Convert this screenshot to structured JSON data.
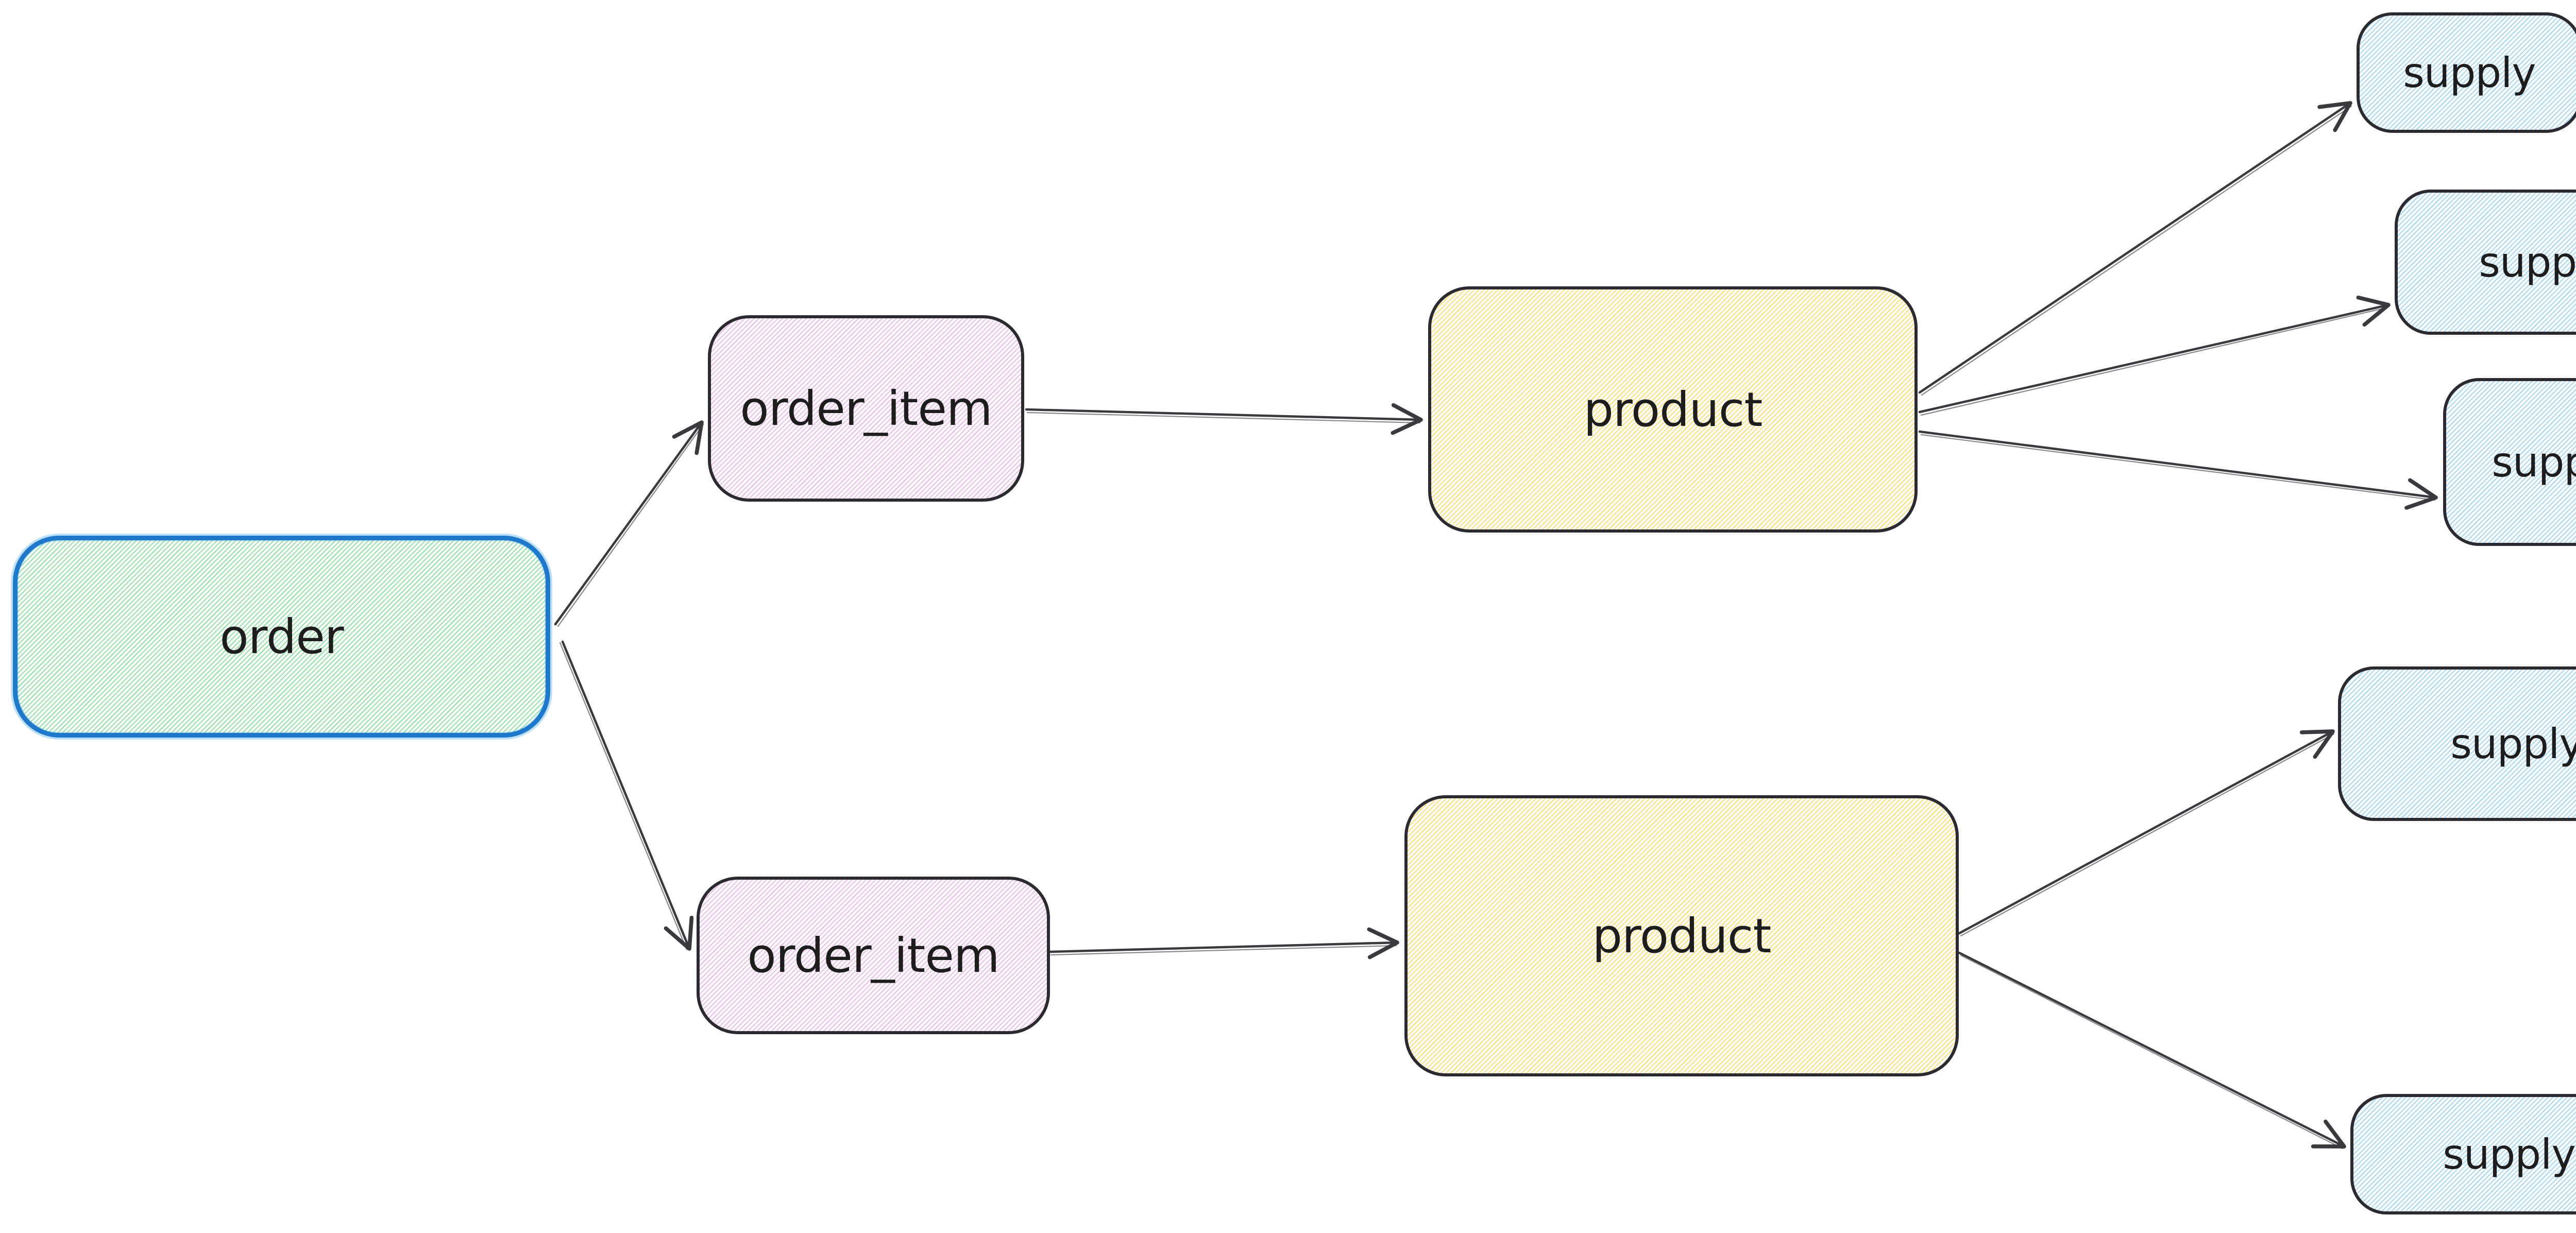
{
  "diagram": {
    "background_color": "#ffffff",
    "stroke_dark": "#2a2a30",
    "arrow_color": "#3a3a3e",
    "nodes": {
      "order": {
        "label": "order",
        "fill_style": "hachure",
        "hatch_color": "#97e5a6",
        "border_color": "#1e78cc"
      },
      "order_item_top": {
        "label": "order_item",
        "fill_style": "hachure",
        "hatch_color": "#efbcee",
        "border_color": "#2a2a30"
      },
      "order_item_bottom": {
        "label": "order_item",
        "fill_style": "hachure",
        "hatch_color": "#efbcee",
        "border_color": "#2a2a30"
      },
      "product_top": {
        "label": "product",
        "fill_style": "hachure",
        "hatch_color": "#ffdf80",
        "border_color": "#2a2a30"
      },
      "product_bottom": {
        "label": "product",
        "fill_style": "hachure",
        "hatch_color": "#ffdf80",
        "border_color": "#2a2a30"
      },
      "supply_1": {
        "label": "supply",
        "fill_style": "hachure",
        "hatch_color": "#a8d8fb",
        "border_color": "#2a2a30"
      },
      "supply_2": {
        "label": "supply",
        "fill_style": "hachure",
        "hatch_color": "#a8d8fb",
        "border_color": "#2a2a30"
      },
      "supply_3": {
        "label": "supply",
        "fill_style": "hachure",
        "hatch_color": "#a8d8fb",
        "border_color": "#2a2a30"
      },
      "supply_4": {
        "label": "supply",
        "fill_style": "hachure",
        "hatch_color": "#a8d8fb",
        "border_color": "#2a2a30"
      },
      "supply_5": {
        "label": "supply",
        "fill_style": "hachure",
        "hatch_color": "#a8d8fb",
        "border_color": "#2a2a30"
      }
    },
    "edges": [
      {
        "from": "order",
        "to": "order_item_top"
      },
      {
        "from": "order",
        "to": "order_item_bottom"
      },
      {
        "from": "order_item_top",
        "to": "product_top"
      },
      {
        "from": "order_item_bottom",
        "to": "product_bottom"
      },
      {
        "from": "product_top",
        "to": "supply_1"
      },
      {
        "from": "product_top",
        "to": "supply_2"
      },
      {
        "from": "product_top",
        "to": "supply_3"
      },
      {
        "from": "product_bottom",
        "to": "supply_4"
      },
      {
        "from": "product_bottom",
        "to": "supply_5"
      }
    ]
  }
}
